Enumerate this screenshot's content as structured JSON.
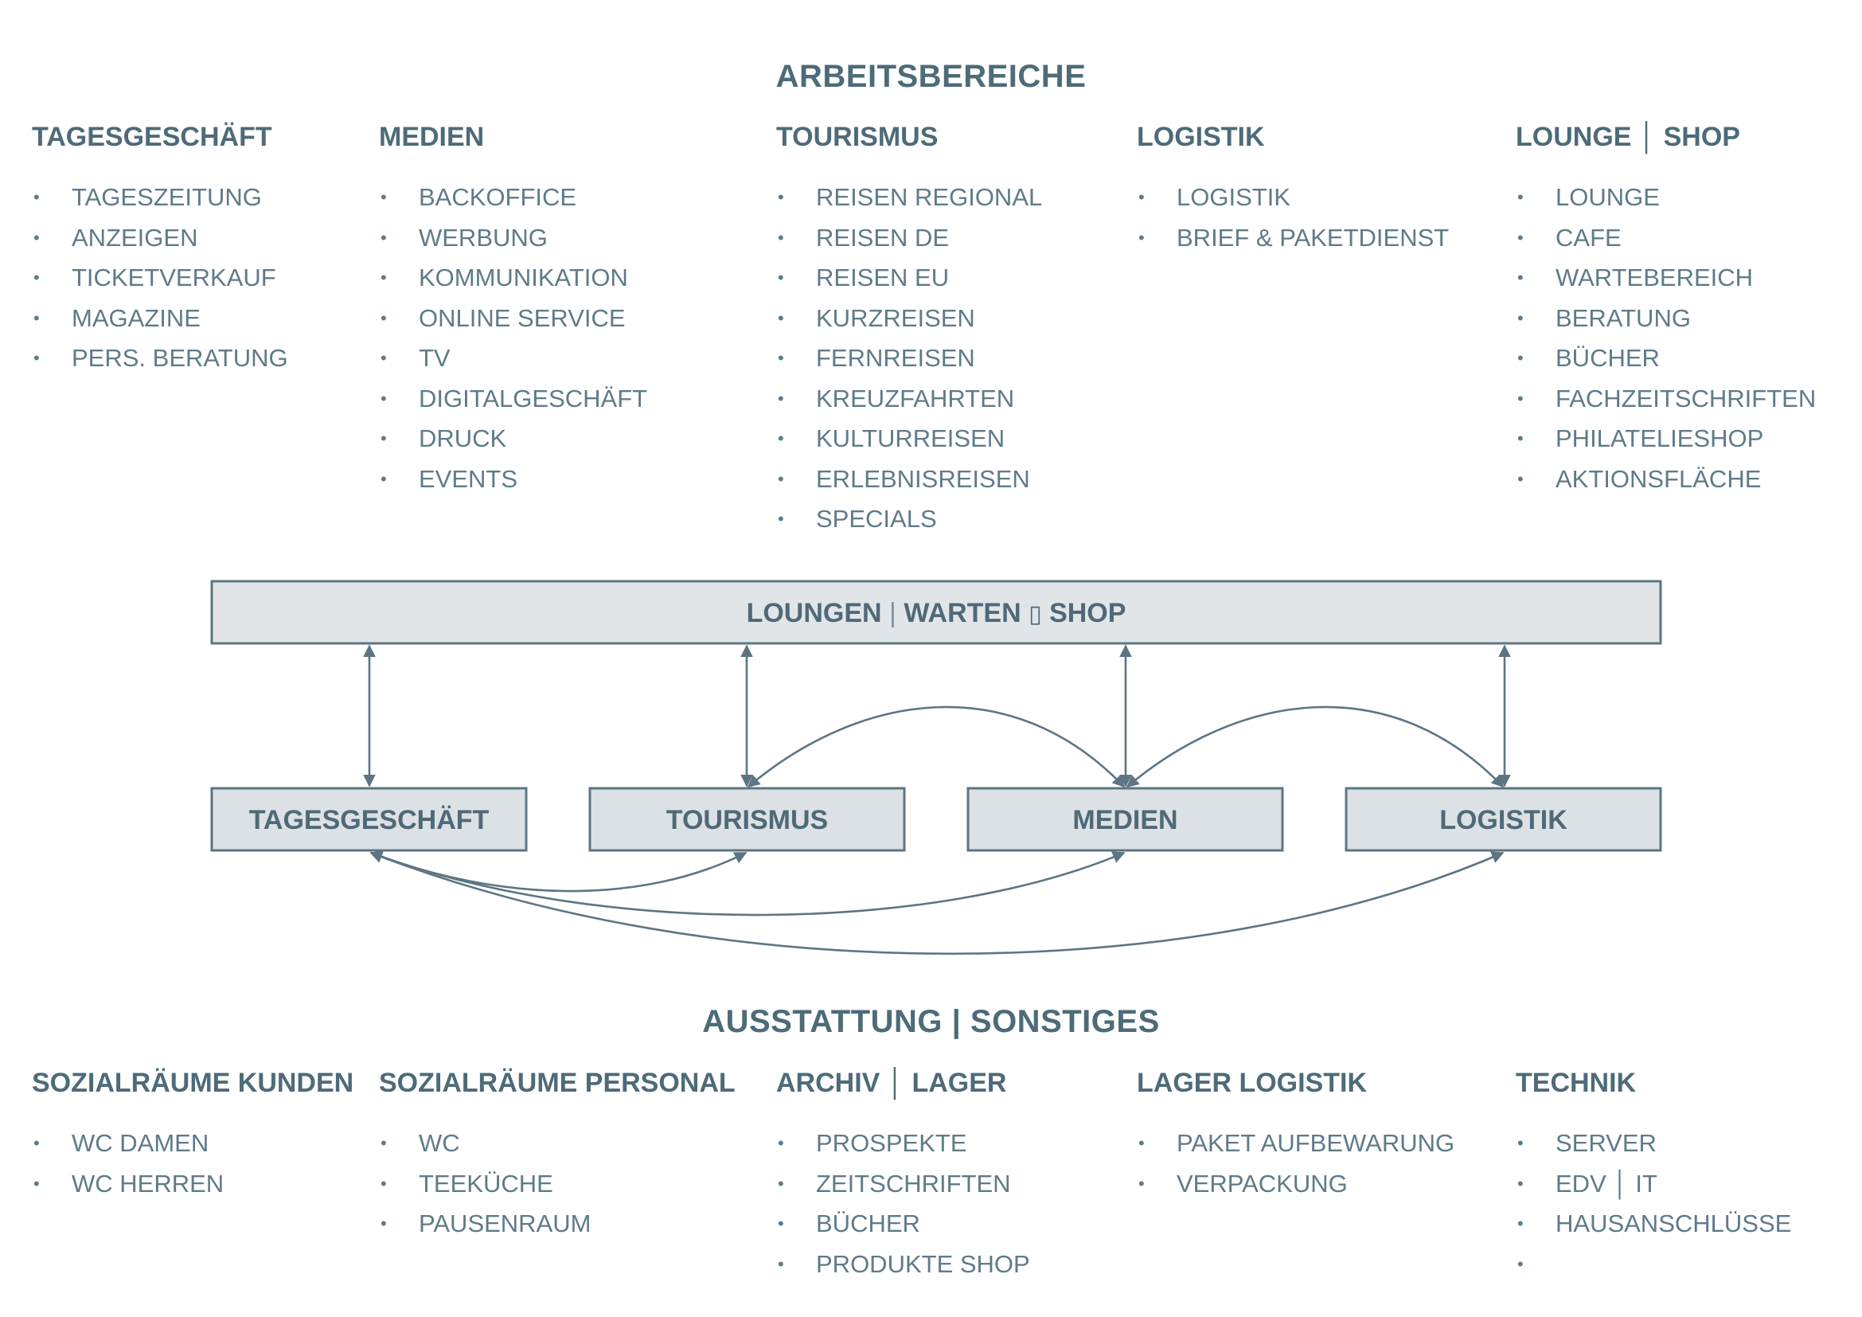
{
  "top_section": {
    "title": "ARBEITSBEREICHE",
    "columns": [
      {
        "heading": "TAGESGESCHÄFT",
        "items": [
          "TAGESZEITUNG",
          "ANZEIGEN",
          "TICKETVERKAUF",
          "MAGAZINE",
          "PERS. BERATUNG"
        ]
      },
      {
        "heading": "MEDIEN",
        "items": [
          "BACKOFFICE",
          "WERBUNG",
          "KOMMUNIKATION",
          "ONLINE SERVICE",
          "TV",
          "DIGITALGESCHÄFT",
          "DRUCK",
          "EVENTS"
        ]
      },
      {
        "heading": "TOURISMUS",
        "items": [
          "REISEN REGIONAL",
          "REISEN DE",
          "REISEN EU",
          "KURZREISEN",
          "FERNREISEN",
          "KREUZFAHRTEN",
          "KULTURREISEN",
          "ERLEBNISREISEN",
          "SPECIALS"
        ]
      },
      {
        "heading": "LOGISTIK",
        "items": [
          "LOGISTIK",
          "BRIEF & PAKETDIENST"
        ]
      },
      {
        "heading": "LOUNGE │ SHOP",
        "items": [
          "LOUNGE",
          "CAFE",
          "WARTEBEREICH",
          "BERATUNG",
          "BÜCHER",
          "FACHZEITSCHRIFTEN",
          "PHILATELIESHOP",
          "AKTIONSFLÄCHE"
        ]
      }
    ]
  },
  "diagram": {
    "top_box": {
      "part1": "LOUNGEN",
      "sep1": "|",
      "part2": "WARTEN",
      "sep2": "▯",
      "part3": "SHOP"
    },
    "nodes": [
      "TAGESGESCHÄFT",
      "TOURISMUS",
      "MEDIEN",
      "LOGISTIK"
    ]
  },
  "bottom_section": {
    "title": "AUSSTATTUNG | SONSTIGES",
    "columns": [
      {
        "heading": "SOZIALRÄUME KUNDEN",
        "items": [
          "WC DAMEN",
          "WC HERREN"
        ]
      },
      {
        "heading": "SOZIALRÄUME PERSONAL",
        "items": [
          "WC",
          "TEEKÜCHE",
          "PAUSENRAUM"
        ]
      },
      {
        "heading": "ARCHIV │ LAGER",
        "items": [
          "PROSPEKTE",
          "ZEITSCHRIFTEN",
          "BÜCHER",
          "PRODUKTE SHOP"
        ]
      },
      {
        "heading": "LAGER LOGISTIK",
        "items": [
          "PAKET AUFBEWARUNG",
          "VERPACKUNG"
        ]
      },
      {
        "heading": "TECHNIK",
        "items": [
          "SERVER",
          "EDV │ IT",
          "HAUSANSCHLÜSSE",
          ""
        ]
      }
    ]
  }
}
